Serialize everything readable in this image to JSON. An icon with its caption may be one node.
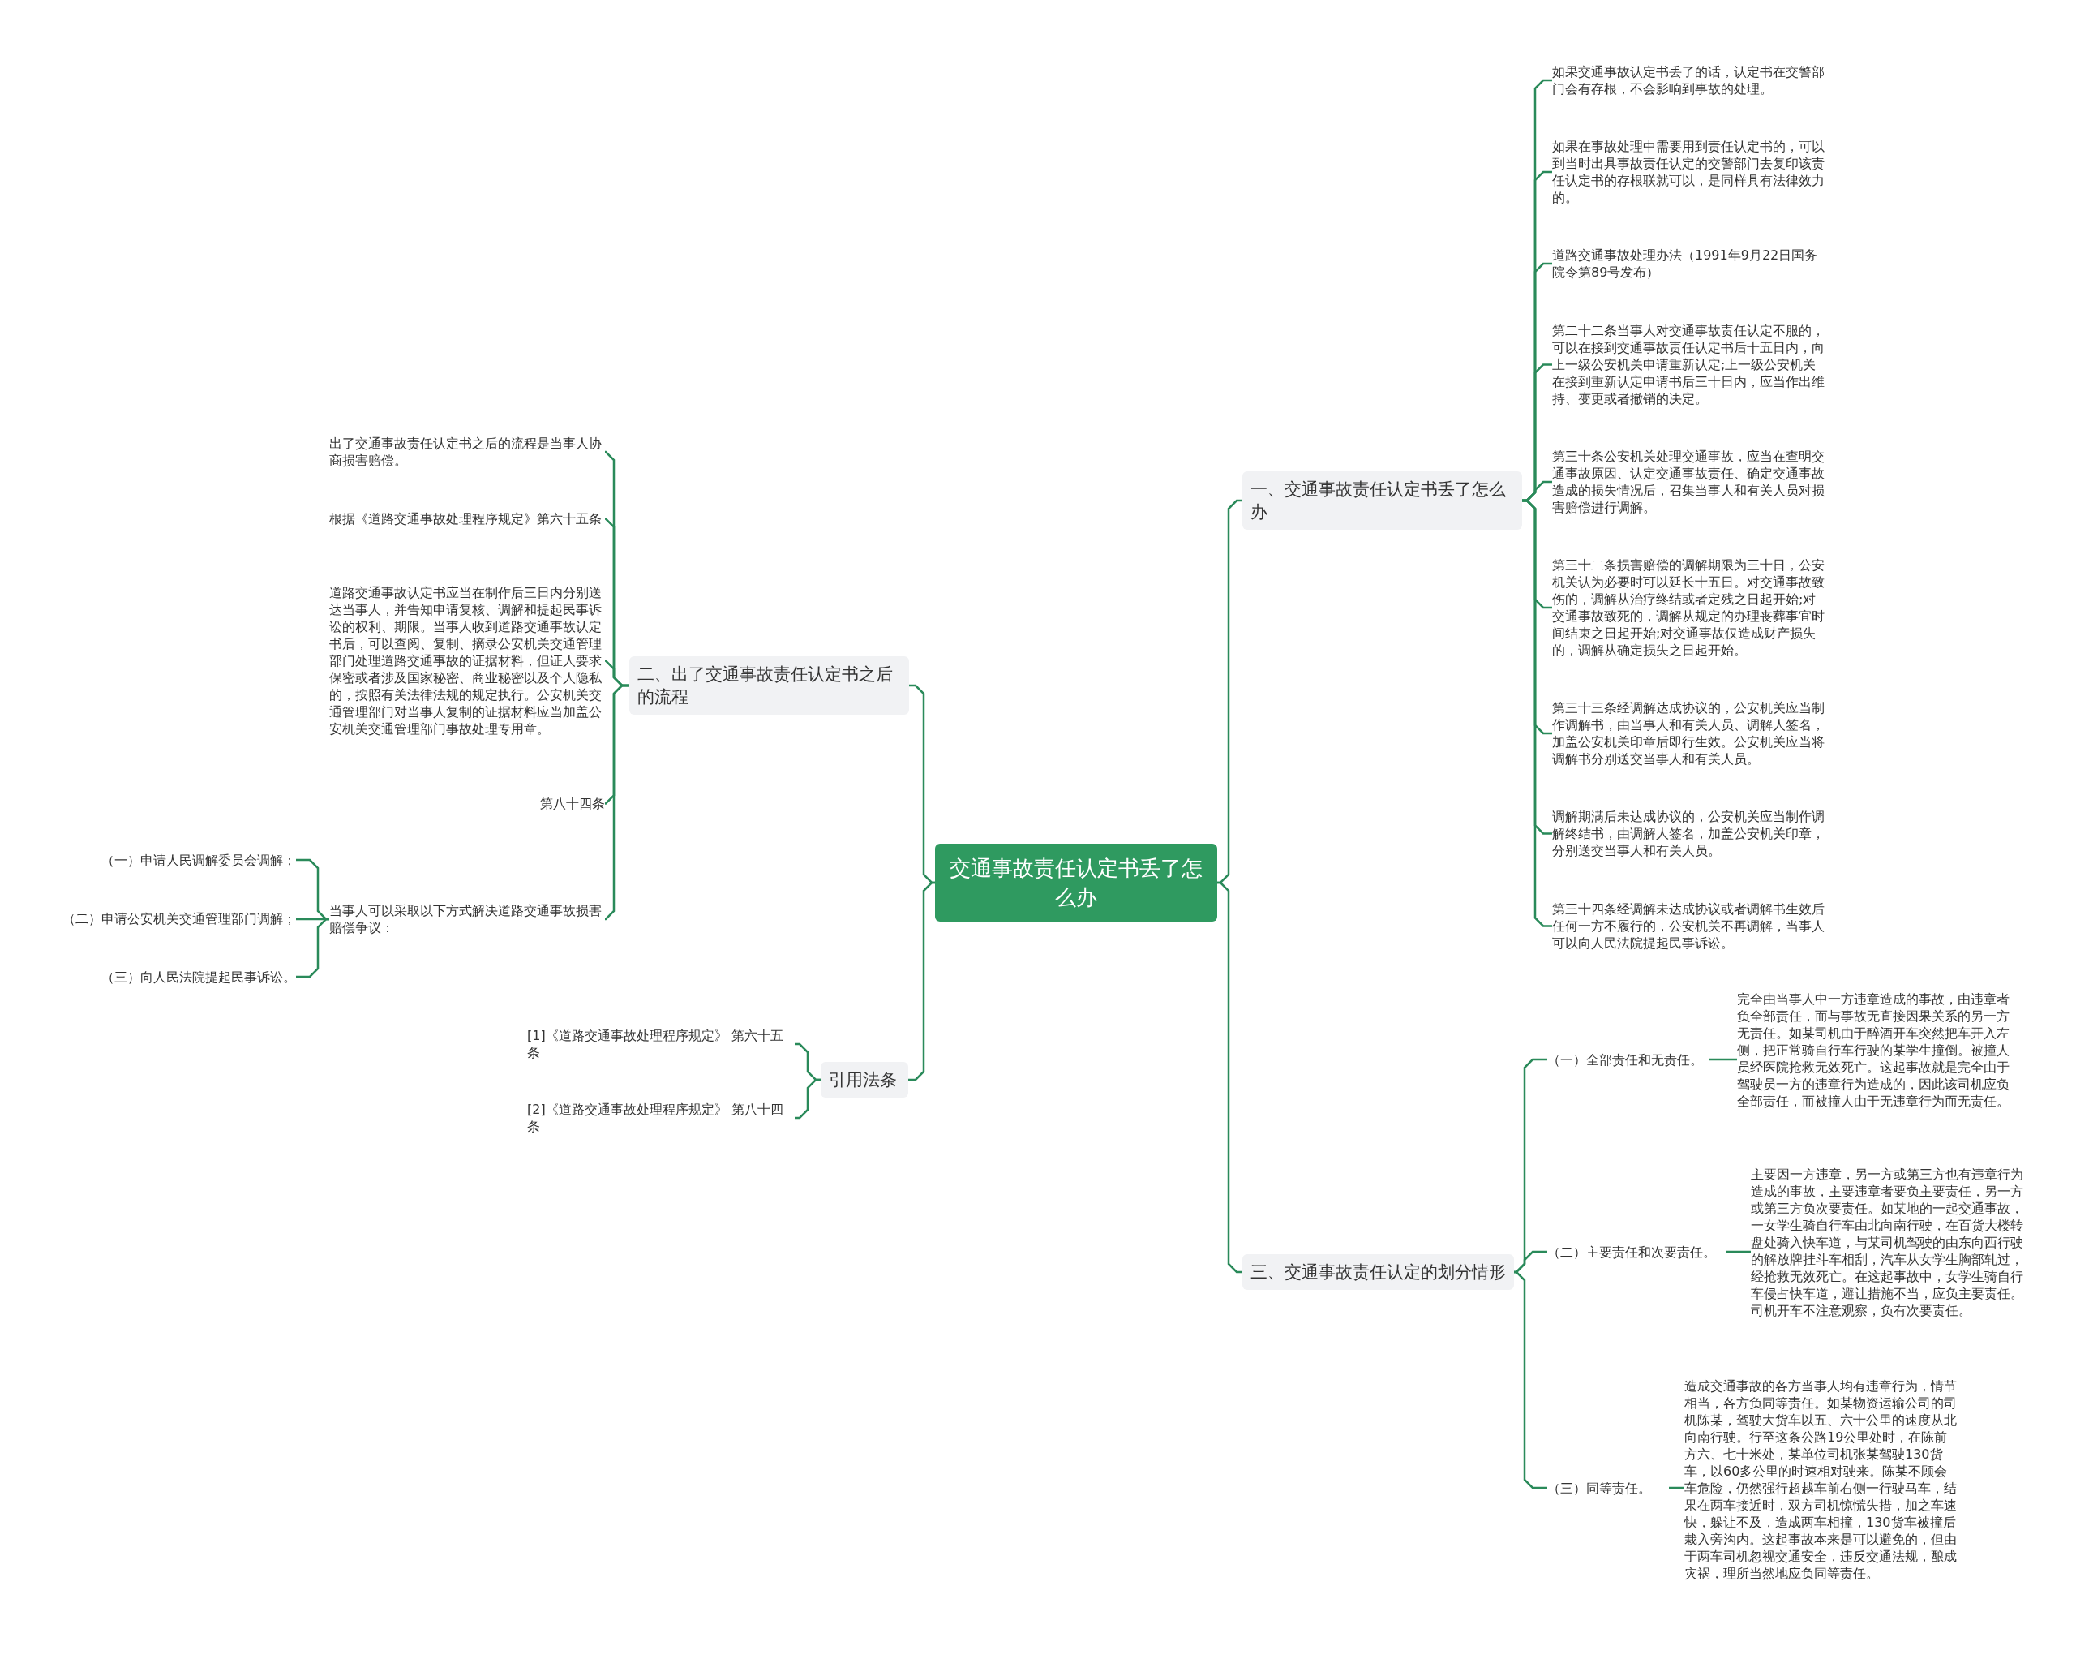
{
  "diagram": {
    "nodes": [
      {
        "text": [
          "交通事故责任认定书丢了怎么办"
        ]
      },
      {
        "text": [
          "一、交通事故责任认定书丢了怎么办"
        ]
      },
      {
        "text": [
          "如果交通事故认定书丢了的话，认定书在交警部门会有存根，不会影响到事故的处理。"
        ]
      },
      {
        "text": [
          "如果在事故处理中需要用到责任认定书的，可以到当时出具事故责任认定的交警部门去复印该责任认定书的存根联就可以，是同样具有法律效力的。"
        ]
      },
      {
        "text": [
          "道路交通事故处理办法（1991年9月22日国务院令第89号发布）"
        ]
      },
      {
        "text": [
          "第二十二条当事人对交通事故责任认定不服的，可以在接到交通事故责任认定书后十五日内，向上一级公安机关申请重新认定;上一级公安机关在接到重新认定申请书后三十日内，应当作出维持、变更或者撤销的决定。"
        ]
      },
      {
        "text": [
          "第三十条公安机关处理交通事故，应当在查明交通事故原因、认定交通事故责任、确定交通事故造成的损失情况后，召集当事人和有关人员对损害赔偿进行调解。"
        ]
      },
      {
        "text": [
          "第三十二条损害赔偿的调解期限为三十日，公安机关认为必要时可以延长十五日。对交通事故致伤的，调解从治疗终结或者定残之日起开始;对交通事故致死的，调解从规定的办理丧葬事宜时间结束之日起开始;对交通事故仅造成财产损失的，调解从确定损失之日起开始。"
        ]
      },
      {
        "text": [
          "第三十三条经调解达成协议的，公安机关应当制作调解书，由当事人和有关人员、调解人签名，加盖公安机关印章后即行生效。公安机关应当将调解书分别送交当事人和有关人员。"
        ]
      },
      {
        "text": [
          "调解期满后未达成协议的，公安机关应当制作调解终结书，由调解人签名，加盖公安机关印章，分别送交当事人和有关人员。"
        ]
      },
      {
        "text": [
          "第三十四条经调解未达成协议或者调解书生效后任何一方不履行的，公安机关不再调解，当事人可以向人民法院提起民事诉讼。"
        ]
      },
      {
        "text": [
          "二、出了交通事故责任认定书之后的流程"
        ]
      },
      {
        "text": [
          "出了交通事故责任认定书之后的流程是当事人协商损害赔偿。"
        ]
      },
      {
        "text": [
          "根据《道路交通事故处理程序规定》第六十五条"
        ]
      },
      {
        "text": [
          "道路交通事故认定书应当在制作后三日内分别送达当事人，并告知申请复核、调解和提起民事诉讼的权利、期限。当事人收到道路交通事故认定书后，可以查阅、复制、摘录公安机关交通管理部门处理道路交通事故的证据材料，但证人要求保密或者涉及国家秘密、商业秘密以及个人隐私的，按照有关法律法规的规定执行。公安机关交通管理部门对当事人复制的证据材料应当加盖公安机关交通管理部门事故处理专用章。"
        ]
      },
      {
        "text": [
          "第八十四条"
        ]
      },
      {
        "text": [
          "当事人可以采取以下方式解决道路交通事故损害赔偿争议："
        ]
      },
      {
        "text": [
          "（一）申请人民调解委员会调解；"
        ]
      },
      {
        "text": [
          "（二）申请公安机关交通管理部门调解；"
        ]
      },
      {
        "text": [
          "（三）向人民法院提起民事诉讼。"
        ]
      },
      {
        "text": [
          "引用法条"
        ]
      },
      {
        "text": [
          "[1]《道路交通事故处理程序规定》 第六十五条"
        ]
      },
      {
        "text": [
          "[2]《道路交通事故处理程序规定》 第八十四条"
        ]
      },
      {
        "text": [
          "三、交通事故责任认定的划分情形"
        ]
      },
      {
        "text": [
          "（一）全部责任和无责任。"
        ]
      },
      {
        "text": [
          "完全由当事人中一方违章造成的事故，由违章者负全部责任，而与事故无直接因果关系的另一方无责任。如某司机由于醉酒开车突然把车开入左侧，把正常骑自行车行驶的某学生撞倒。被撞人员经医院抢救无效死亡。这起事故就是完全由于驾驶员一方的违章行为造成的，因此该司机应负全部责任，而被撞人由于无违章行为而无责任。"
        ]
      },
      {
        "text": [
          "（二）主要责任和次要责任。"
        ]
      },
      {
        "text": [
          "主要因一方违章，另一方或第三方也有违章行为造成的事故，主要违章者要负主要责任，另一方或第三方负次要责任。如某地的一起交通事故，一女学生骑自行车由北向南行驶，在百货大楼转盘处骑入快车道，与某司机驾驶的由东向西行驶的解放牌挂斗车相刮，汽车从女学生胸部轧过，经抢救无效死亡。在这起事故中，女学生骑自行车侵占快车道，避让措施不当，应负主要责任。司机开车不注意观察，负有次要责任。"
        ]
      },
      {
        "text": [
          "（三）同等责任。"
        ]
      },
      {
        "text": [
          "造成交通事故的各方当事人均有违章行为，情节相当，各方负同等责任。如某物资运输公司的司机陈某，驾驶大货车以五、六十公里的速度从北向南行驶。行至这条公路19公里处时，在陈前方六、七十米处，某单位司机张某驾驶130货车，以60多公里的时速相对驶来。陈某不顾会车危险，仍然强行超越车前右侧一行驶马车，结果在两车接近时，双方司机惊慌失措，加之车速快，躲让不及，造成两车相撞，130货车被撞后栽入旁沟内。这起事故本来是可以避免的，但由于两车司机忽视交通安全，违反交通法规，酿成灾祸，理所当然地应负同等责任。"
        ]
      }
    ],
    "edges": [
      {
        "from": 0,
        "to": 1,
        "arrow": "none"
      },
      {
        "from": 1,
        "to": 2,
        "arrow": "none"
      },
      {
        "from": 1,
        "to": 3,
        "arrow": "none"
      },
      {
        "from": 1,
        "to": 4,
        "arrow": "none"
      },
      {
        "from": 1,
        "to": 5,
        "arrow": "none"
      },
      {
        "from": 1,
        "to": 6,
        "arrow": "none"
      },
      {
        "from": 1,
        "to": 7,
        "arrow": "none"
      },
      {
        "from": 1,
        "to": 8,
        "arrow": "none"
      },
      {
        "from": 1,
        "to": 9,
        "arrow": "none"
      },
      {
        "from": 1,
        "to": 10,
        "arrow": "none"
      },
      {
        "from": 0,
        "to": 11,
        "arrow": "none"
      },
      {
        "from": 11,
        "to": 12,
        "arrow": "none"
      },
      {
        "from": 11,
        "to": 13,
        "arrow": "none"
      },
      {
        "from": 11,
        "to": 14,
        "arrow": "none"
      },
      {
        "from": 11,
        "to": 15,
        "arrow": "none"
      },
      {
        "from": 11,
        "to": 16,
        "arrow": "none"
      },
      {
        "from": 16,
        "to": 17,
        "arrow": "none"
      },
      {
        "from": 16,
        "to": 18,
        "arrow": "none"
      },
      {
        "from": 16,
        "to": 19,
        "arrow": "none"
      },
      {
        "from": 0,
        "to": 20,
        "arrow": "none"
      },
      {
        "from": 20,
        "to": 21,
        "arrow": "none"
      },
      {
        "from": 20,
        "to": 22,
        "arrow": "none"
      },
      {
        "from": 0,
        "to": 23,
        "arrow": "none"
      },
      {
        "from": 23,
        "to": 24,
        "arrow": "none"
      },
      {
        "from": 24,
        "to": 25,
        "arrow": "none"
      },
      {
        "from": 23,
        "to": 26,
        "arrow": "none"
      },
      {
        "from": 26,
        "to": 27,
        "arrow": "none"
      },
      {
        "from": 23,
        "to": 28,
        "arrow": "none"
      },
      {
        "from": 28,
        "to": 29,
        "arrow": "none"
      }
    ]
  }
}
